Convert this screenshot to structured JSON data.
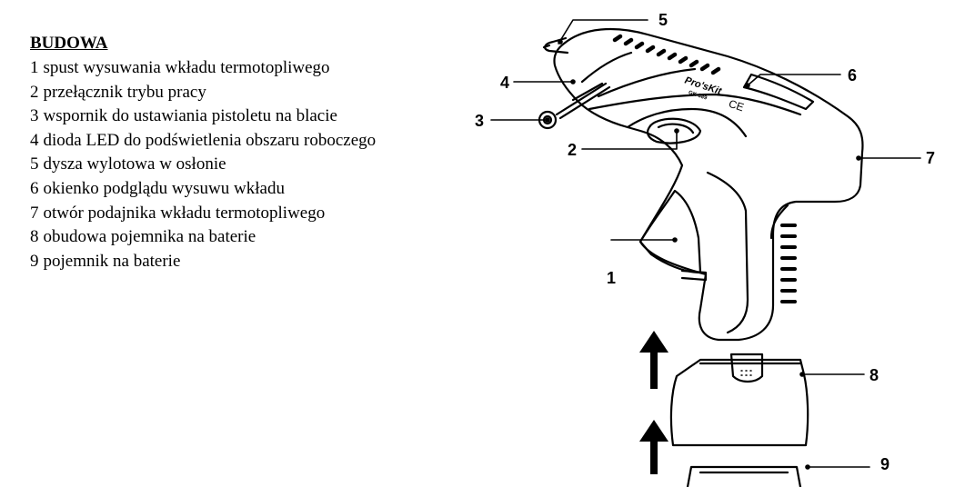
{
  "legend": {
    "title": "BUDOWA",
    "items": [
      {
        "num": "1",
        "text": "spust wysuwania wkładu termotopliwego"
      },
      {
        "num": "2",
        "text": "przełącznik trybu pracy"
      },
      {
        "num": "3",
        "text": "wspornik do ustawiania pistoletu na blacie"
      },
      {
        "num": "4",
        "text": "dioda LED do podświetlenia obszaru roboczego"
      },
      {
        "num": "5",
        "text": "dysza wylotowa w osłonie"
      },
      {
        "num": "6",
        "text": "okienko podglądu wysuwu wkładu"
      },
      {
        "num": "7",
        "text": "otwór podajnika wkładu termotopliwego"
      },
      {
        "num": "8",
        "text": "obudowa pojemnika na baterie"
      },
      {
        "num": "9",
        "text": "pojemnik na baterie"
      }
    ]
  },
  "callouts": {
    "c1": "1",
    "c2": "2",
    "c3": "3",
    "c4": "4",
    "c5": "5",
    "c6": "6",
    "c7": "7",
    "c8": "8",
    "c9": "9"
  },
  "product": {
    "brand": "Pro'sKit",
    "model": "GK-389",
    "ce_mark": "CE"
  }
}
